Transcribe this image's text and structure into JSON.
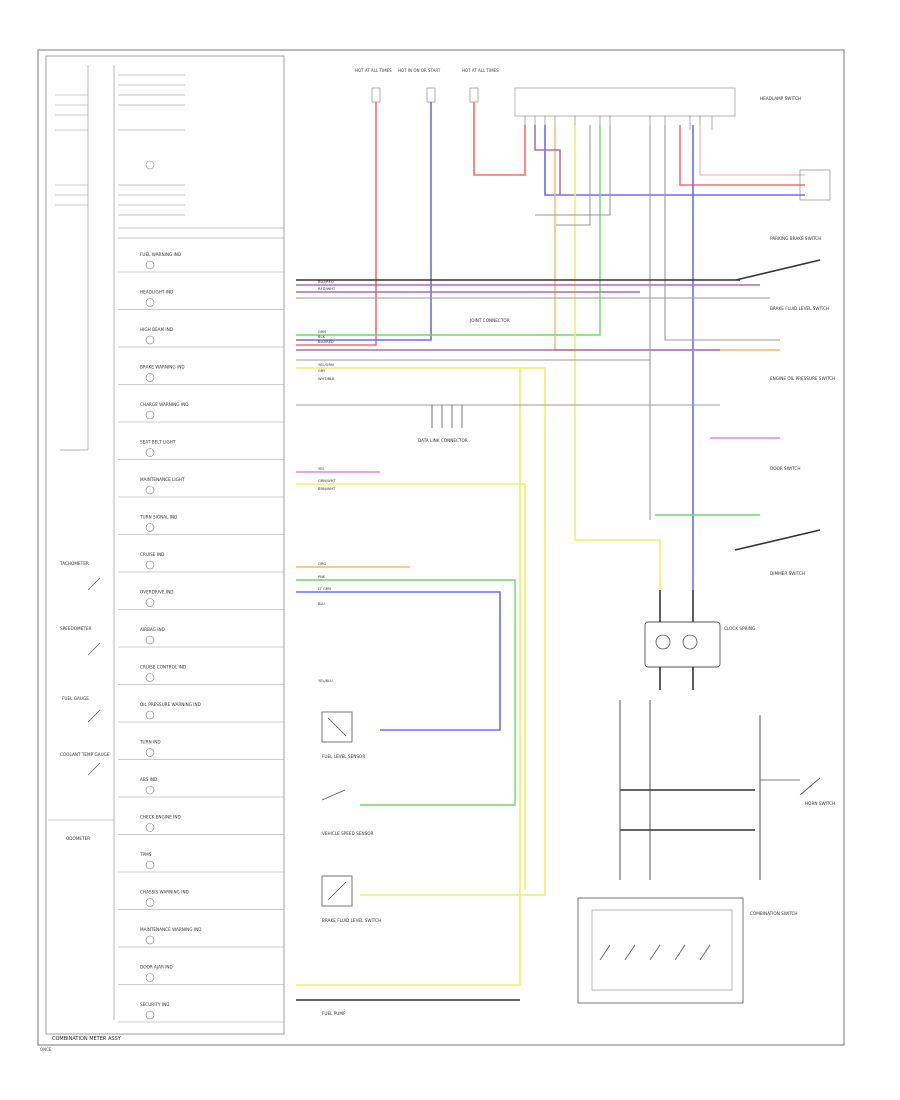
{
  "diagram": {
    "bottom_label": "ONCE",
    "cluster_title": "COMBINATION METER ASSY",
    "colors": {
      "red": "#ff6b6b",
      "pink": "#ffb3b3",
      "blue": "#6b6bff",
      "green": "#6bdc6b",
      "yellow": "#eeee6b",
      "orange": "#ffb366",
      "purple": "#b36bb3",
      "magenta": "#e06be0",
      "gray": "#999999",
      "dark": "#333333"
    },
    "top_fuses": [
      {
        "label": "HOT AT ALL TIMES"
      },
      {
        "label": "HOT IN ON OR START"
      },
      {
        "label": "HOT AT ALL TIMES"
      }
    ],
    "left_gauges": [
      {
        "label": "TACHOMETER"
      },
      {
        "label": "SPEEDOMETER"
      },
      {
        "label": "FUEL GAUGE"
      },
      {
        "label": "COOLANT TEMP GAUGE"
      },
      {
        "label": "ODOMETER"
      }
    ],
    "indicators": [
      {
        "label": "FUEL WARNING IND"
      },
      {
        "label": "HEADLIGHT IND"
      },
      {
        "label": "HIGH BEAM IND"
      },
      {
        "label": "BRAKE WARNING IND"
      },
      {
        "label": "CHARGE WARNING IND"
      },
      {
        "label": "SEAT BELT LIGHT"
      },
      {
        "label": "MAINTENANCE LIGHT"
      },
      {
        "label": "TURN SIGNAL IND"
      },
      {
        "label": "CRUISE IND"
      },
      {
        "label": "OVERDRIVE IND"
      },
      {
        "label": "AIRBAG IND"
      },
      {
        "label": "CRUISE CONTROL IND"
      },
      {
        "label": "OIL PRESSURE WARNING IND"
      },
      {
        "label": "TURN IND"
      },
      {
        "label": "ABS IND"
      },
      {
        "label": "CHECK ENGINE IND"
      },
      {
        "label": "TPMS"
      },
      {
        "label": "CHASSIS WARNING IND"
      },
      {
        "label": "MAINTENANCE WARNING IND"
      },
      {
        "label": "DOOR AJAR IND"
      },
      {
        "label": "SECURITY IND"
      }
    ],
    "right_components": [
      {
        "label": "HEADLAMP SWITCH"
      },
      {
        "label": "PARKING BRAKE SWITCH"
      },
      {
        "label": "BRAKE FLUID LEVEL SWITCH"
      },
      {
        "label": "ENGINE OIL PRESSURE SWITCH"
      },
      {
        "label": "DOOR SWITCH"
      },
      {
        "label": "DIMMER SWITCH"
      },
      {
        "label": "CLOCK SPRING"
      },
      {
        "label": "HORN SWITCH"
      },
      {
        "label": "COMBINATION SWITCH"
      }
    ],
    "mid_components": [
      {
        "label": "DATA LINK CONNECTOR"
      },
      {
        "label": "JOINT CONNECTOR"
      },
      {
        "label": "FUEL LEVEL SENSOR"
      },
      {
        "label": "VEHICLE SPEED SENSOR"
      },
      {
        "label": "BRAKE FLUID LEVEL SWITCH"
      },
      {
        "label": "FUEL PUMP"
      }
    ],
    "wire_codes": [
      {
        "code": "BLU/RED"
      },
      {
        "code": "RED/WHT"
      },
      {
        "code": "GRN"
      },
      {
        "code": "BLK"
      },
      {
        "code": "BLU/RED"
      },
      {
        "code": "YEL/GRN"
      },
      {
        "code": "GRY"
      },
      {
        "code": "WHT/BLK"
      },
      {
        "code": "YEL"
      },
      {
        "code": "GRN/WHT"
      },
      {
        "code": "BRN/WHT"
      },
      {
        "code": "ORG"
      },
      {
        "code": "PNK"
      },
      {
        "code": "LT GRN"
      },
      {
        "code": "BLU"
      },
      {
        "code": "YEL/BLU"
      }
    ]
  }
}
